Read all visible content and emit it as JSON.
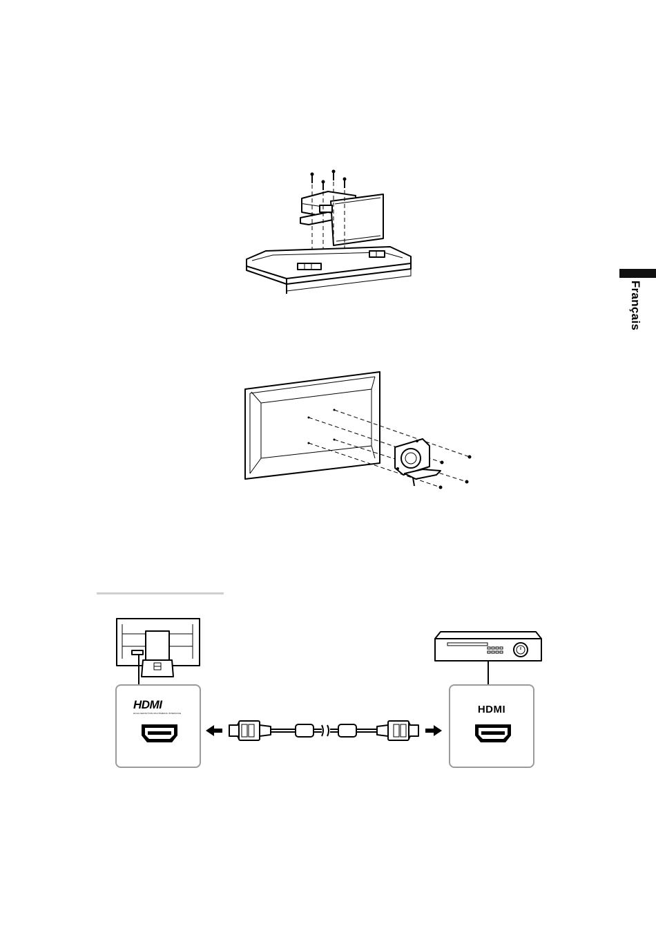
{
  "side_tab": {
    "label": "Français"
  },
  "connection": {
    "monitor_port_logo": "HDMI",
    "monitor_port_tagline": "HIGH-DEFINITION MULTIMEDIA INTERFACE",
    "device_port_label": "HDMI"
  },
  "colors": {
    "line": "#000000",
    "port_border": "#9a9a9a",
    "rule": "#cfcfcf",
    "tab": "#111111"
  }
}
